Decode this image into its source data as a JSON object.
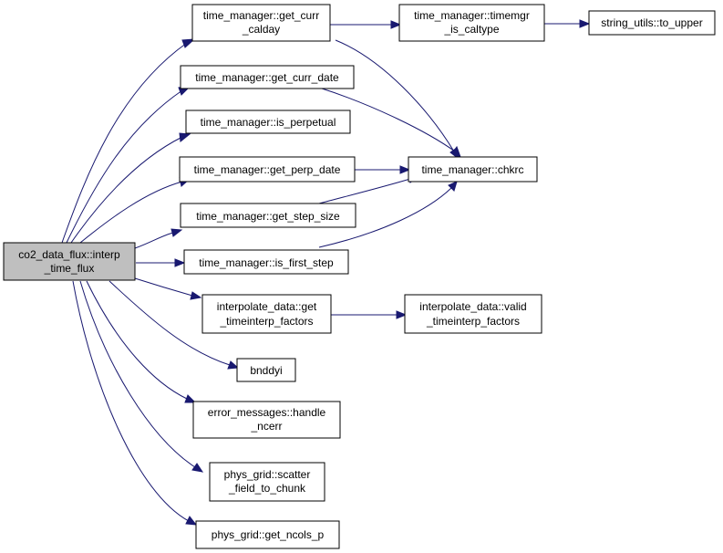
{
  "colors": {
    "edge": "#191970",
    "root_fill": "#bfbfbf",
    "node_fill": "#ffffff",
    "border": "#000000"
  },
  "nodes": {
    "root": {
      "lines": [
        "co2_data_flux::interp",
        "_time_flux"
      ]
    },
    "get_curr_calday": {
      "lines": [
        "time_manager::get_curr",
        "_calday"
      ]
    },
    "timemgr_is_caltype": {
      "lines": [
        "time_manager::timemgr",
        "_is_caltype"
      ]
    },
    "to_upper": {
      "lines": [
        "string_utils::to_upper"
      ]
    },
    "get_curr_date": {
      "lines": [
        "time_manager::get_curr_date"
      ]
    },
    "is_perpetual": {
      "lines": [
        "time_manager::is_perpetual"
      ]
    },
    "get_perp_date": {
      "lines": [
        "time_manager::get_perp_date"
      ]
    },
    "chkrc": {
      "lines": [
        "time_manager::chkrc"
      ]
    },
    "get_step_size": {
      "lines": [
        "time_manager::get_step_size"
      ]
    },
    "is_first_step": {
      "lines": [
        "time_manager::is_first_step"
      ]
    },
    "get_timeinterp_factors": {
      "lines": [
        "interpolate_data::get",
        "_timeinterp_factors"
      ]
    },
    "valid_timeinterp_factors": {
      "lines": [
        "interpolate_data::valid",
        "_timeinterp_factors"
      ]
    },
    "bnddyi": {
      "lines": [
        "bnddyi"
      ]
    },
    "handle_ncerr": {
      "lines": [
        "error_messages::handle",
        "_ncerr"
      ]
    },
    "scatter_field_to_chunk": {
      "lines": [
        "phys_grid::scatter",
        "_field_to_chunk"
      ]
    },
    "get_ncols_p": {
      "lines": [
        "phys_grid::get_ncols_p"
      ]
    }
  }
}
